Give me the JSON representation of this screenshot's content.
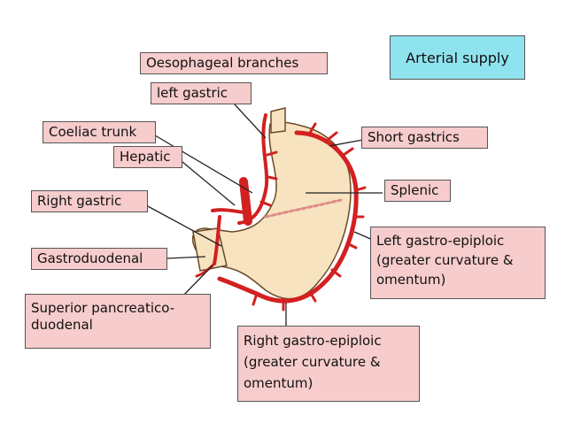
{
  "title": "Arterial supply",
  "labels": {
    "oesophageal": "Oesophageal branches",
    "left_gastric": "left gastric",
    "coeliac": "Coeliac trunk",
    "hepatic": "Hepatic",
    "right_gastric": "Right gastric",
    "gastroduodenal": "Gastroduodenal",
    "sup_pancreatico_1": "Superior pancreatico-",
    "sup_pancreatico_2": "duodenal",
    "short_gastrics": "Short gastrics",
    "splenic": "Splenic",
    "left_ge_1": "Left gastro-epiploic",
    "left_ge_2": "(greater curvature &",
    "left_ge_3": "omentum)",
    "right_ge_1": "Right gastro-epiploic",
    "right_ge_2": "(greater curvature &",
    "right_ge_3": "omentum)"
  },
  "colors": {
    "label_fill": "#f7cccc",
    "title_fill": "#8fe3ee",
    "stomach_fill": "#f7e3bf",
    "artery": "#d32020"
  }
}
